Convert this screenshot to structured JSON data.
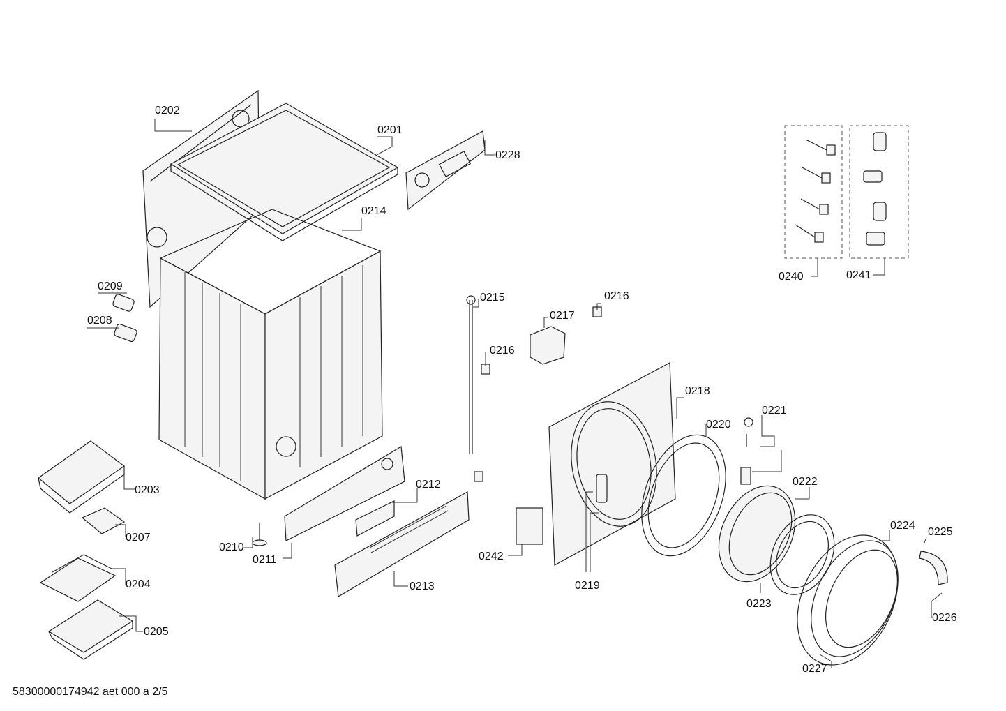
{
  "labels": {
    "l0201": "0201",
    "l0202": "0202",
    "l0203": "0203",
    "l0204": "0204",
    "l0205": "0205",
    "l0207": "0207",
    "l0208": "0208",
    "l0209": "0209",
    "l0210": "0210",
    "l0211": "0211",
    "l0212": "0212",
    "l0213": "0213",
    "l0214": "0214",
    "l0215": "0215",
    "l0216a": "0216",
    "l0216b": "0216",
    "l0217": "0217",
    "l0218": "0218",
    "l0219": "0219",
    "l0220": "0220",
    "l0221": "0221",
    "l0222": "0222",
    "l0223": "0223",
    "l0224": "0224",
    "l0225": "0225",
    "l0226": "0226",
    "l0227": "0227",
    "l0228": "0228",
    "l0240": "0240",
    "l0241": "0241",
    "l0242": "0242"
  },
  "footer": "58300000174942 aet 000 a 2/5"
}
